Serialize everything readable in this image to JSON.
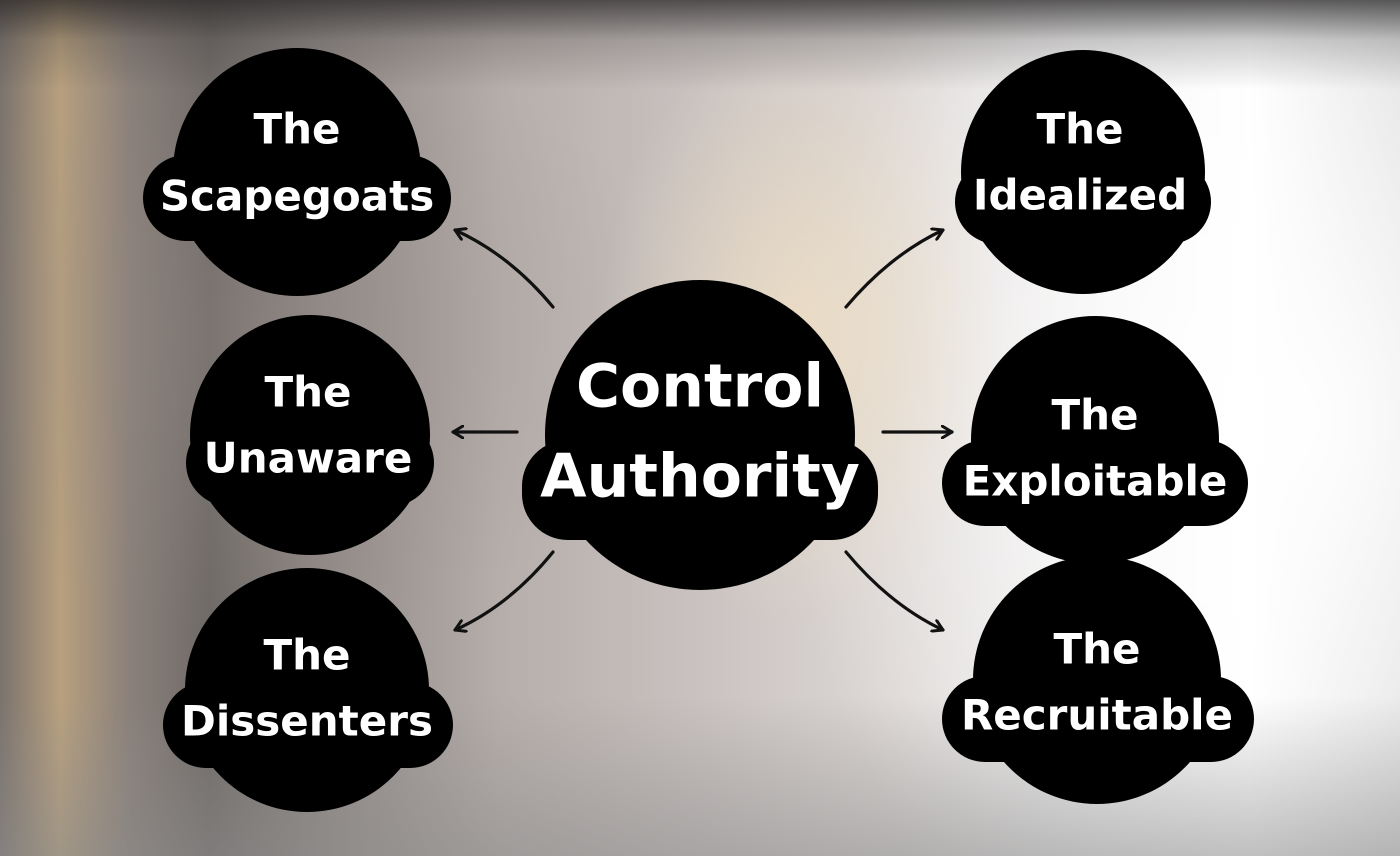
{
  "diagram": {
    "center": {
      "line1": "Control",
      "line2": "Authority"
    },
    "nodes": [
      {
        "id": "scapegoats",
        "line1": "The",
        "line2": "Scapegoats"
      },
      {
        "id": "unaware",
        "line1": "The",
        "line2": "Unaware"
      },
      {
        "id": "dissenters",
        "line1": "The",
        "line2": "Dissenters"
      },
      {
        "id": "idealized",
        "line1": "The",
        "line2": "Idealized"
      },
      {
        "id": "exploitable",
        "line1": "The",
        "line2": "Exploitable"
      },
      {
        "id": "recruitable",
        "line1": "The",
        "line2": "Recruitable"
      }
    ],
    "colors": {
      "bubble": "#000000",
      "text": "#ffffff",
      "arrow": "#111111"
    }
  }
}
